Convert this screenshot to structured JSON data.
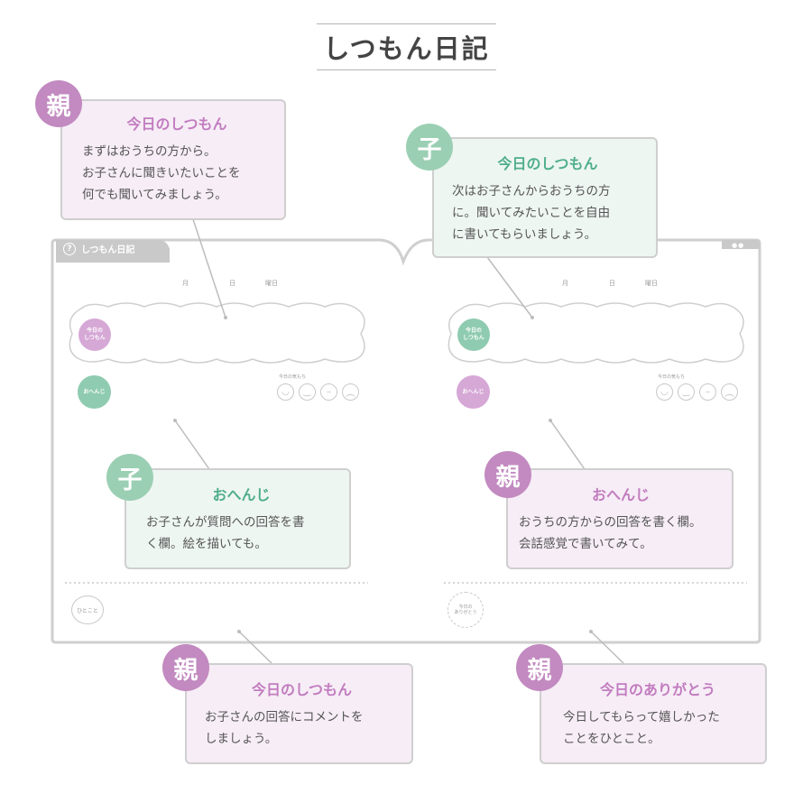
{
  "title": "しつもん日記",
  "diary": {
    "tab_label": "しつもん日記",
    "tab_icon": "question-icon",
    "date_labels": [
      "月",
      "日",
      "曜日"
    ],
    "left_page": {
      "question_badge": "今日の\nしつもん",
      "answer_badge": "おへんじ",
      "mood_label": "今日の気もち",
      "hitokoto": "ひとこと"
    },
    "right_page": {
      "question_badge": "今日の\nしつもん",
      "answer_badge": "おへんじ",
      "mood_label": "今日の気もち",
      "arigatou": "今日の\nありがとう"
    }
  },
  "callouts": [
    {
      "role": "親",
      "title": "今日のしつもん",
      "body": "まずはおうちの方から。\nお子さんに聞きいたいことを\n何でも聞いてみましょう。"
    },
    {
      "role": "子",
      "title": "今日のしつもん",
      "body": "次はお子さんからおうちの方\nに。聞いてみたいことを自由\nに書いてもらいましょう。"
    },
    {
      "role": "子",
      "title": "おへんじ",
      "body": "お子さんが質問への回答を書\nく欄。絵を描いても。"
    },
    {
      "role": "親",
      "title": "おへんじ",
      "body": "おうちの方からの回答を書く欄。\n会話感覚で書いてみて。"
    },
    {
      "role": "親",
      "title": "今日のしつもん",
      "body": "お子さんの回答にコメントを\nしましょう。"
    },
    {
      "role": "親",
      "title": "今日のありがとう",
      "body": "今日してもらって嬉しかった\nことをひとこと。"
    }
  ],
  "colors": {
    "parent": "#c28ac0",
    "child": "#9bcfb3",
    "pink_bg": "#f6edf6",
    "mint_bg": "#eef6f2"
  }
}
